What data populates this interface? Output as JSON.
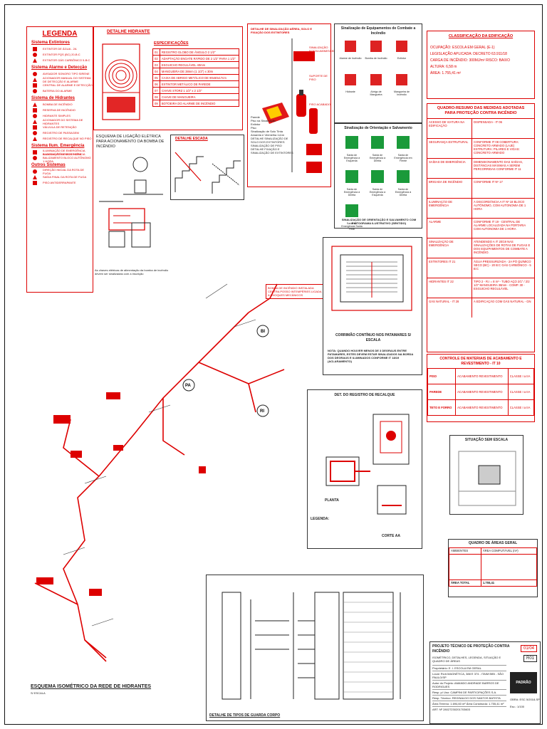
{
  "legend": {
    "title": "LEGENDA",
    "sections": [
      {
        "title": "Sistema Extintores",
        "items": [
          "EXTINTOR DE ÁGUA - 2A",
          "EXTINTOR PQS (BC) 20-B:C",
          "EXTINTOR GÁS CARBÔNICO 5-B:C"
        ]
      },
      {
        "title": "Sistema Alarme e Detecção",
        "items": [
          "AVISADOR SONORO TIPO SIRENE",
          "ACIONADOR MANUAL DO SISTEMA DE DETECÇÃO E ALARME",
          "CENTRAL DE ALARME E DETECÇÃO",
          "BATERIA DO ALARME"
        ]
      },
      {
        "title": "Sistema de Hidrantes",
        "items": [
          "BOMBA DE INCÊNDIO",
          "RESERVA DE INCÊNDIO",
          "HIDRANTE SIMPLES",
          "ACIONADOR DO SISTEMA DE HIDRANTES",
          "VÁLVULA DE RETENÇÃO",
          "REGISTRO DE PASSAGEM",
          "REGISTRO DE RECALQUE NO PISO"
        ]
      },
      {
        "title": "Sistema Ilum. Emergência",
        "items": [
          "ILUMINAÇÃO DE EMERGÊNCIA BLOCO AUTÔNOMO 1 HORA",
          "ILUMINAÇÃO DE EMERGÊNCIA BALIZAMENTO BLOCO AUTÔNOMO 1 HORA"
        ]
      },
      {
        "title": "Outros Sistemas",
        "items": [
          "DIREÇÃO INICIAL DA ROTA DE FUGA",
          "SAÍDA FINAL DA ROTA DE FUGA",
          "PISO ANTIDERRAPANTE"
        ]
      }
    ]
  },
  "hydrant_detail": {
    "title": "DETALHE HIDRANTE",
    "spec_title": "ESPECIFICAÇÕES",
    "specs": [
      [
        "01",
        "REGISTRO GLOBO DE ÂNGULO 2 1/2\""
      ],
      [
        "02",
        "ADAPTAÇÃO ENGATE RÁPIDO DE 2 1/2\" PARA 1 1/2\""
      ],
      [
        "03",
        "ESGUICHO REGULÁVEL 40mm"
      ],
      [
        "04",
        "MANGUEIRA DE 38mm (1 1/2\") x 30m"
      ],
      [
        "05",
        "CAIXA DE ABRIGO METÁLICO DE 90x60x17cm"
      ],
      [
        "06",
        "EXTINTOR METÁLICO DE PAREDE"
      ],
      [
        "07",
        "CHAVE STORZ 1 1/2\" x 2 1/2\""
      ],
      [
        "08",
        "CHAVE DE MANGUEIRA"
      ],
      [
        "09",
        "BOTOEIRA DO ALARME DE INCÊNDIO"
      ]
    ]
  },
  "signage_detail": {
    "title": "DETALHE DE SINALIZAÇÃO AÉREA, SOLO E FIXAÇÃO DOS EXTINTORES",
    "notes": [
      "Parede",
      "Piso na Sinalização",
      "Extintor",
      "Piso",
      "Sinalização de Solo Tinta Amarela e Vermelha 1x1m",
      "DETALHE SINALIZAÇÃO DE SOLO DOS EXTINTORES",
      "SINALIZAÇÃO DE PISO",
      "DETALHE FIXAÇÃO E SINALIZAÇÃO DE EXTINTORES"
    ],
    "side_labels": [
      "SINALIZAÇÃO FOTOLUMINESCENTE",
      "SUPORTE DE PISO",
      "PISO ACABADO"
    ]
  },
  "equipment_signs": {
    "title": "Sinalização de Equipamentos de Combate a Incêndio",
    "captions": [
      "Alarme de Incêndio",
      "Bomba de Incêndio",
      "Extintor",
      "Hidrante",
      "Abrigo de Mangueira",
      "Mangueira de Incêndio"
    ]
  },
  "orientation_signs": {
    "title": "Sinalização de Orientação e Salvamento",
    "captions": [
      "Saída de Emergência à Esquerda",
      "Saída de Emergência à Direita",
      "Saída de Emergência em Frente",
      "Saída de Emergência à Direita",
      "Saída de Emergência à Esquerda",
      "Saída de Emergência à Direita",
      "Saída de Emergência Saída Final"
    ],
    "footer": "SINALIZAÇÃO DE ORIENTAÇÃO E SALVAMENTO COM PICTOGRAMA ILUSTRATIVO (SENTIDO)"
  },
  "electrical": {
    "title": "ESQUEMA DE LIGAÇÃO ELÉTRICA PARA ACIONAMENTO DA BOMBA DE INCÊNDIO",
    "note": "As chaves elétricas de alimentação da bomba de incêndio devem ser sinalizadas com a inscrição"
  },
  "stair_detail": {
    "title": "DETALHE ESCADA"
  },
  "classification": {
    "title": "CLASSIFICAÇÃO DA EDIFICAÇÃO",
    "rows": [
      "OCUPAÇÃO:   ESCOLA EM GERAL (E-1)",
      "LEGISLAÇÃO APLICADA:   DECRETO 63.911/18",
      "CARGA DE INCÊNDIO:   300MJ/m²        RISCO: BAIXO",
      "ALTURA: 6,58 m",
      "ÁREA: 1.755,41 m²"
    ]
  },
  "measures": {
    "title": "QUADRO-RESUMO DAS MEDIDAS ADOTADAS PARA PROTEÇÃO CONTRA INCÊNDIO",
    "rows": [
      [
        "ACESSO DE VIATURA NA EDIFICAÇÃO",
        "DISPENSADA - IT 06"
      ],
      [
        "SEGURANÇA ESTRUTURAL",
        "CONFORME IT 08 COBERTURA: CONCRETO ARMADO (LAJE) ESTRUTURA: PILARES E VIGAS: CONCRETO ARMADO"
      ],
      [
        "SAÍDAS DE EMERGÊNCIA",
        "DIMENSIONAMENTO DAS SAÍDAS, DISTÂNCIAS MÁXIMAS A SEREM PERCORRIDAS CONFORME IT 11"
      ],
      [
        "BRIGADA DE INCÊNDIO",
        "CONFORME IT Nº 17"
      ],
      [
        "ILUMINAÇÃO DE EMERGÊNCIA",
        "A DISCORDÂNCIA A IT Nº 18 BLOCO AUTÔNOMO, COM AUTONOMIA DE 1 HORA"
      ],
      [
        "ALARME",
        "CONFORME IT 19 - CENTRAL DE ALARME LOCALIZADA NA PORTARIA COM AUTONOMIA DE 1 HORA"
      ],
      [
        "SINALIZAÇÃO DE EMERGÊNCIA",
        "ATENDENDO A IT 20/19 NAS SINALIZAÇÕES DE ROTAS DE FUGAS E DOS EQUIPAMENTOS DE COMBATE A INCÊNDIO."
      ],
      [
        "EXTINTORES IT 21",
        "ÁGUA PRESSURIZADA - 2A PÓ QUÍMICO SECO (BC) - 20 B:C GÁS CARBÔNICO - 5 B:C"
      ],
      [
        "HIDRANTES IT 22",
        "TIPO 2 - R.I = 8 m³ - TUBO AÇO 2/1\" / 2/2 1/2\" MANGUEIRA 38mm - COMP. 30 - ESGUICHO REGULÁVEL"
      ],
      [
        "GÁS NATURAL - IT 28",
        "A EDIFICAÇÃO COM GÁS NATURAL - GN"
      ]
    ]
  },
  "finish_control": {
    "title": "CONTROLE DE MATERIAIS DE ACABAMENTO E REVESTIMENTO - IT 10",
    "rows": [
      [
        "PISO",
        "ACABAMENTO REVESTIMENTO",
        "CLASSE I a IIA"
      ],
      [
        "PAREDE",
        "ACABAMENTO REVESTIMENTO",
        "CLASSE I a IIA"
      ],
      [
        "TETO E FORRO",
        "ACABAMENTO REVESTIMENTO",
        "CLASSE I a IIA"
      ]
    ]
  },
  "stair_plan": {
    "title": "CORRIMÃO CONTÍNUO NOS PATAMARES S/ ESCALA",
    "note": "NOTA: QUANDO HOUVER MENOS DE 3 DEGRAUS ENTRE PATAMARES, ESTES DEVEM ESTAR SINALIZADOS NA BORDA DOS DEGRAUS E ILUMINADOS CONFORME IT 18/19 (ACLARAMENTO)"
  },
  "recalque": {
    "title": "DET. DO REGISTRO DE RECALQUE",
    "plan_label": "PLANTA",
    "section_label": "CORTE AA",
    "legend_title": "LEGENDA:"
  },
  "situation": {
    "title": "SITUAÇÃO SEM ESCALA"
  },
  "areas": {
    "title": "QUADRO DE ÁREAS GERAL",
    "headers": [
      "AMBIENTES",
      "ÁREA COMPUTÁVEL (m²)"
    ],
    "total_label": "ÁREA TOTAL",
    "total_value": "1.755,41"
  },
  "isometric": {
    "title": "ESQUEMA ISOMÉTRICO DA REDE DE HIDRANTES",
    "scale": "S/ ESCALA",
    "labels": [
      "PA",
      "RI",
      "BI"
    ]
  },
  "guard": {
    "title": "DETALHE DE TIPOS DE GUARDA CORPO"
  },
  "note_callout": "BOMBA DE INCÊNDIO INSTALADA CENTRA POSSO INTEMPÉRIES LIGADA A CHOQUES MECÂNICOS",
  "title_block": {
    "project": "PROJETO TÉCNICO DE PROTEÇÃO CONTRA INCÊNDIO",
    "subtitle": "ISOMÉTRICO, DETALHES, LEGENDA, SITUAÇÃO E QUADRO DE ÁREAS",
    "sheet": "01/04",
    "revision": "R01",
    "lines": [
      "Proprietário: E. I. ESCOLA EM GERAL",
      "Local: RUA MAGNÉTICA, 388 E 374 - ITAIM BIBI - SÃO PAULO/SP",
      "Autor do Projeto: AMANDO ANDRADE BARROS DE RODRIGUES",
      "Resp. p/ Uso: CAMPINI DE PARTICIPAÇÕES S.A.",
      "Resp. Técnico: REGINALDO DOS SANTOS BATISTA",
      "Área Terreno: 1.694,60 m²      Área Construída: 1.755,41 m²",
      "ART: Nº 28027230201703603"
    ],
    "brand": "PADRÃO",
    "sheet_id": "OBRA: ESC 5/2018-SP",
    "date": "Esc.: 1/100"
  }
}
